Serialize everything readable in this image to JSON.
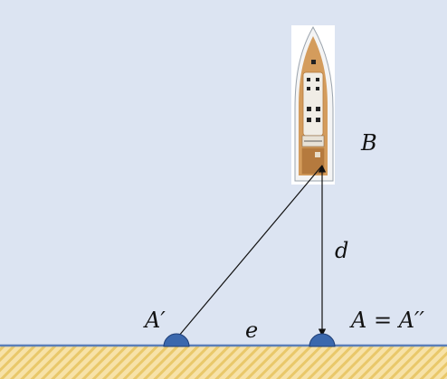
{
  "labels": {
    "boat": "B",
    "distance": "d",
    "base": "e",
    "point_left": "A′",
    "point_right": "A = A′′"
  },
  "colors": {
    "water": "#dce4f2",
    "shore_stripe_light": "#f7e2a8",
    "shore_stripe_dark": "#e9c86a",
    "shore_edge": "#5b7fb8",
    "buoy": "#3b68ad",
    "buoy_edge": "#1f3f78",
    "line": "#111111",
    "boat_hull": "#f4f4f4",
    "boat_deck": "#d49c5c",
    "boat_deck_dark": "#b57a3e"
  },
  "icons": {
    "boat": "sailboat-top-view-icon",
    "buoy": "buoy-icon"
  }
}
